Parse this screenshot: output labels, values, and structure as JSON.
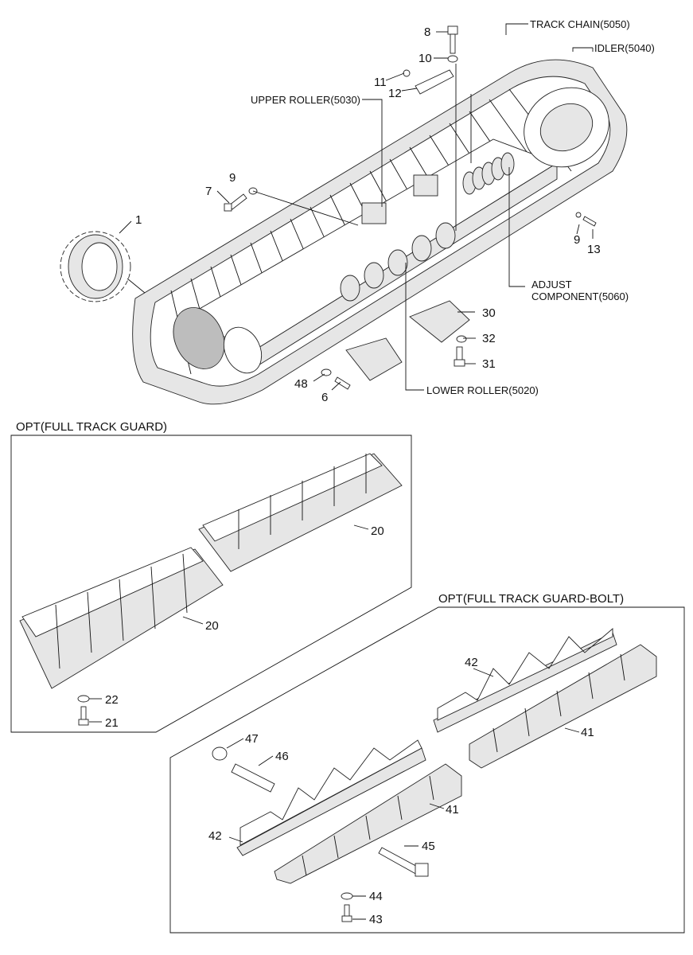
{
  "sections": {
    "full_track_guard": "OPT(FULL TRACK GUARD)",
    "full_track_guard_bolt": "OPT(FULL TRACK GUARD-BOLT)"
  },
  "components": {
    "track_chain": "TRACK CHAIN(5050)",
    "idler": "IDLER(5040)",
    "upper_roller": "UPPER ROLLER(5030)",
    "adjust_line1": "ADJUST",
    "adjust_line2": "COMPONENT(5060)",
    "lower_roller": "LOWER ROLLER(5020)"
  },
  "callouts": {
    "c1": "1",
    "c6": "6",
    "c7": "7",
    "c8": "8",
    "c9a": "9",
    "c9b": "9",
    "c10": "10",
    "c11": "11",
    "c12": "12",
    "c13": "13",
    "c20a": "20",
    "c20b": "20",
    "c21": "21",
    "c22": "22",
    "c30": "30",
    "c31": "31",
    "c32": "32",
    "c41a": "41",
    "c41b": "41",
    "c42a": "42",
    "c42b": "42",
    "c43": "43",
    "c44": "44",
    "c45": "45",
    "c46": "46",
    "c47": "47",
    "c48": "48"
  }
}
